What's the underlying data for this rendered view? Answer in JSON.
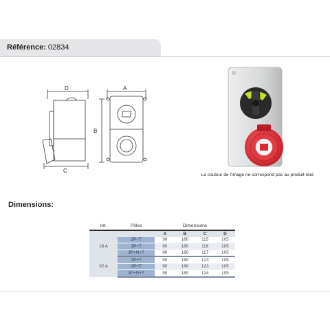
{
  "reference": {
    "label": "Référence:",
    "value": "02834"
  },
  "drawing": {
    "labels": {
      "d": "D",
      "a": "A",
      "b": "B",
      "c": "C"
    }
  },
  "photo": {
    "caption": "La couleur de l'image ne correspond pas au produit réel.",
    "colors": {
      "housing": "#d9dbdc",
      "socket": "#d9232e",
      "switch_knob": "#222222",
      "indicator": "#c8dc2c"
    }
  },
  "dimensions": {
    "title": "Dimensions:",
    "headers": {
      "int": "Int.",
      "poles": "Pôles",
      "dimensions": "Dimensions",
      "a": "A",
      "b": "B",
      "c": "C",
      "d": "D"
    },
    "groups": [
      {
        "int": "16 A",
        "rows": [
          {
            "poles": "2P+T",
            "a": "90",
            "b": "180",
            "c": "115",
            "d": "105"
          },
          {
            "poles": "3P+T",
            "a": "90",
            "b": "180",
            "c": "116",
            "d": "105"
          },
          {
            "poles": "3P+N+T",
            "a": "90",
            "b": "180",
            "c": "117",
            "d": "105"
          }
        ]
      },
      {
        "int": "32 A",
        "rows": [
          {
            "poles": "2P+T",
            "a": "90",
            "b": "180",
            "c": "123",
            "d": "105"
          },
          {
            "poles": "3P+T",
            "a": "90",
            "b": "180",
            "c": "123",
            "d": "105"
          },
          {
            "poles": "3P+N+T",
            "a": "90",
            "b": "180",
            "c": "124",
            "d": "105"
          }
        ]
      }
    ]
  }
}
